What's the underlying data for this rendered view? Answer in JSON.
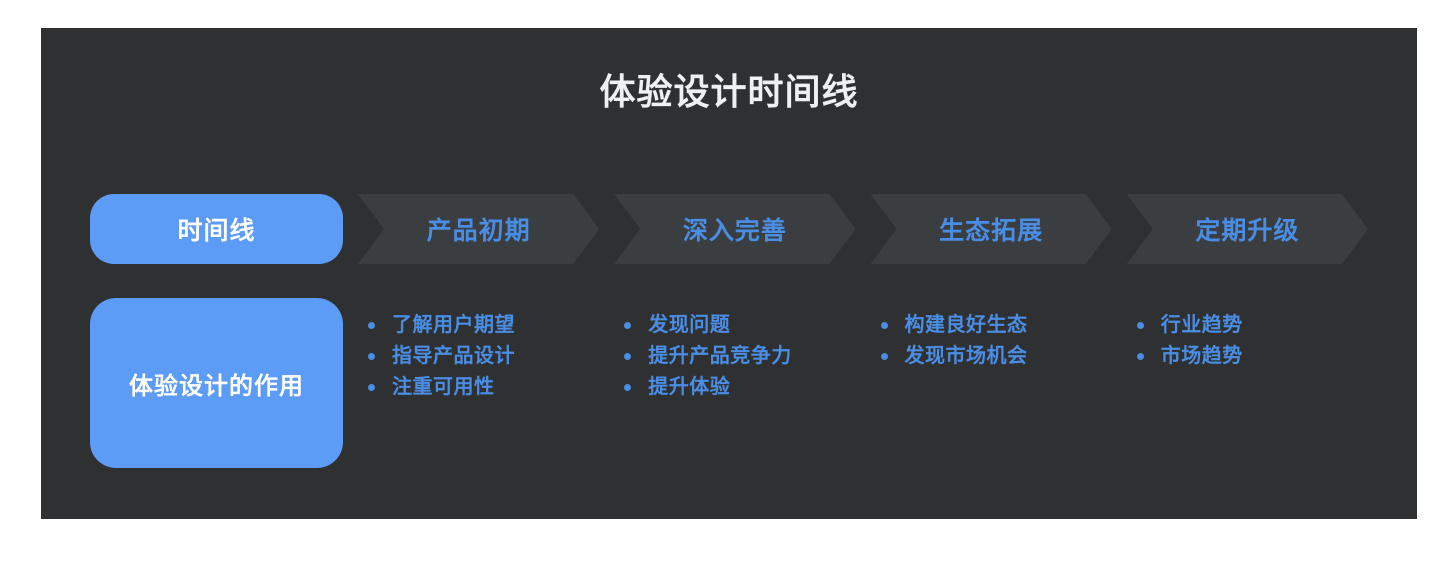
{
  "panel": {
    "title": "体验设计时间线"
  },
  "colors": {
    "panel_bg": "#2f3032",
    "stage_bg": "#3b3e41",
    "accent_blue": "#5c9bf6",
    "text_blue": "#4a8de4",
    "title_text": "#eef0f2",
    "white": "#ffffff"
  },
  "timeline": {
    "origin": {
      "label": "时间线"
    },
    "role_box": {
      "label": "体验设计的作用"
    },
    "stages": [
      {
        "label": "产品初期",
        "bullets": [
          "了解用户期望",
          "指导产品设计",
          "注重可用性"
        ]
      },
      {
        "label": "深入完善",
        "bullets": [
          "发现问题",
          "提升产品竞争力",
          "提升体验"
        ]
      },
      {
        "label": "生态拓展",
        "bullets": [
          "构建良好生态",
          "发现市场机会"
        ]
      },
      {
        "label": "定期升级",
        "bullets": [
          "行业趋势",
          "市场趋势"
        ]
      }
    ]
  }
}
